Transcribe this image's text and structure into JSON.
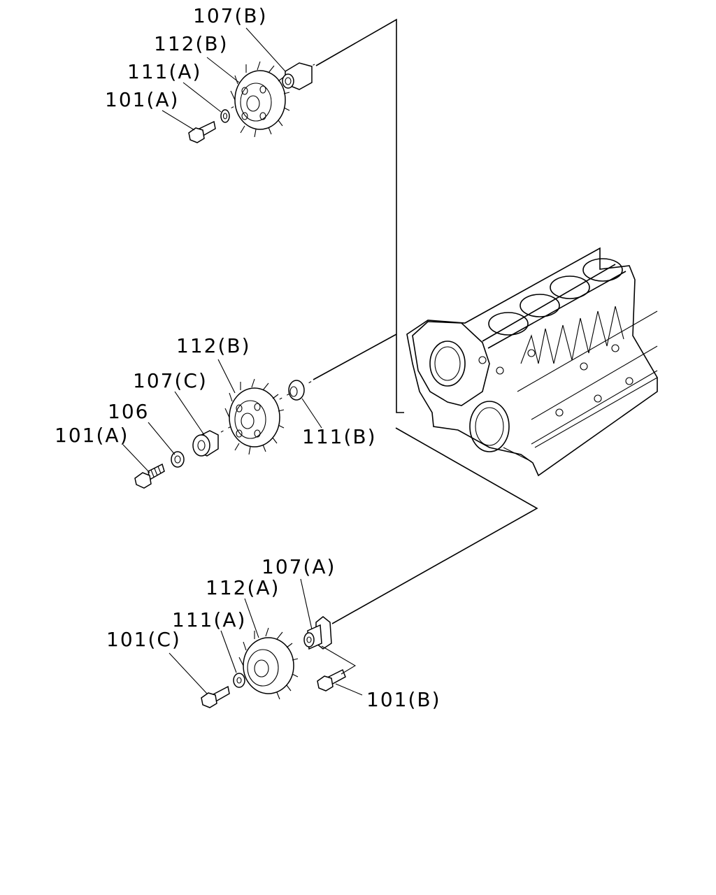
{
  "diagram": {
    "labels": {
      "l_107B": "107(B)",
      "l_112B_top": "112(B)",
      "l_111A_top": "111(A)",
      "l_101A_top": "101(A)",
      "l_112B_mid": "112(B)",
      "l_107C": "107(C)",
      "l_106": "106",
      "l_101A_mid": "101(A)",
      "l_111B": "111(B)",
      "l_107A": "107(A)",
      "l_112A": "112(A)",
      "l_111A_bot": "111(A)",
      "l_101C": "101(C)",
      "l_101B": "101(B)"
    }
  }
}
